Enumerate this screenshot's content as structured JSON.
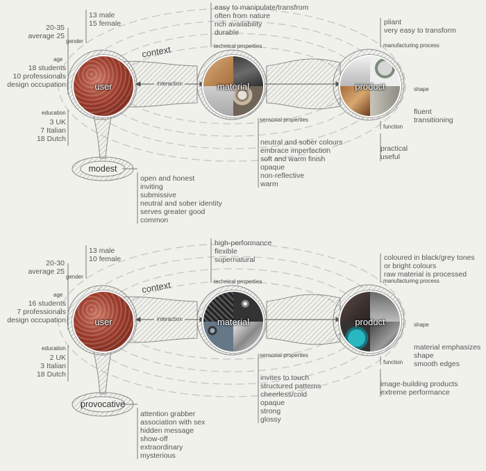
{
  "panels": [
    {
      "gender": [
        "13 male",
        "15 female"
      ],
      "age_stats": [
        "20-35",
        "average 25"
      ],
      "age_occupation": [
        "18 students",
        "10 professionals",
        "design occupation"
      ],
      "education": [
        "3 UK",
        "7 Italian",
        "18 Dutch"
      ],
      "technical": [
        "easy to manipulate/transfrom",
        "often from nature",
        "rich availability",
        "durable"
      ],
      "manufacturing": [
        "pliant",
        "very easy to transform"
      ],
      "shape": [
        "fluent",
        "transitioning"
      ],
      "function": [
        "practical",
        "useful"
      ],
      "sensorial": [
        "neutral and sober colours",
        "embrace imperfection",
        "soft and warm finish",
        "opaque",
        "non-reflective",
        "warm"
      ],
      "persona_name": "modest",
      "persona_traits": [
        "open and honest",
        "inviting",
        "submissive",
        "neutral and sober identity",
        "serves greater good",
        "common"
      ]
    },
    {
      "gender": [
        "13 male",
        "10 female"
      ],
      "age_stats": [
        "20-30",
        "average 25"
      ],
      "age_occupation": [
        "16 students",
        "7 professionals",
        "design occupation"
      ],
      "education": [
        "2 UK",
        "3 Italian",
        "18 Dutch"
      ],
      "technical": [
        "high-performance",
        "flexible",
        "supernatural"
      ],
      "manufacturing": [
        "coloured in black/grey tones",
        "or bright colours",
        "raw material is processed"
      ],
      "shape": [
        "material emphasizes",
        "shape",
        "smooth edges"
      ],
      "function": [
        "image-building products",
        "extreme performance"
      ],
      "sensorial": [
        "invites to touch",
        "structured patterns",
        "cheerless/cold",
        "opaque",
        "strong",
        "glossy"
      ],
      "persona_name": "provocative",
      "persona_traits": [
        "attention grabber",
        "association with sex",
        "hidden message",
        "show-off",
        "extraordinary",
        "mysterious"
      ]
    }
  ],
  "labels": {
    "gender": "gender",
    "age": "age",
    "education": "education",
    "technical": "technical properties",
    "manufacturing": "manufacturing process",
    "shape": "shape",
    "function": "function",
    "sensorial": "sensorial properties",
    "interaction": "interaction",
    "context": "context",
    "user": "user",
    "material": "material",
    "product": "product"
  },
  "colors": {
    "background": "#f1f1ec",
    "hatch": "#9a9a9a",
    "ellipse_dash": "#c4c4c4",
    "user_photo": "#9b3a2a",
    "tyre": "#a8c8cc"
  }
}
